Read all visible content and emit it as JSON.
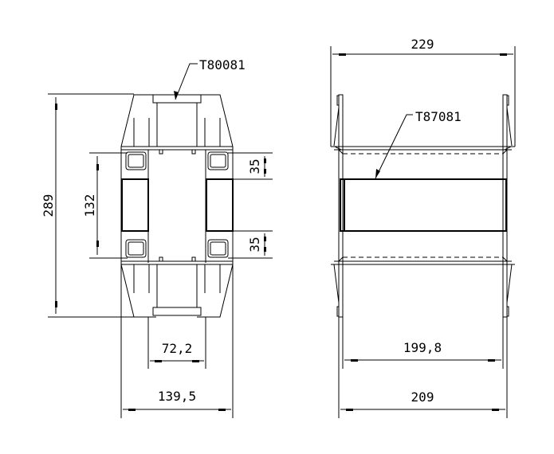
{
  "drawing": {
    "front_view": {
      "callout": "T80081",
      "dimensions": {
        "overall_height": "289",
        "inner_height": "132",
        "top_offset": "35",
        "bottom_offset": "35",
        "inner_width": "72,2",
        "overall_width": "139,5"
      }
    },
    "side_view": {
      "callout": "T87081",
      "dimensions": {
        "overall_width_top": "229",
        "inner_width": "199,8",
        "overall_width_bottom": "209"
      }
    }
  }
}
